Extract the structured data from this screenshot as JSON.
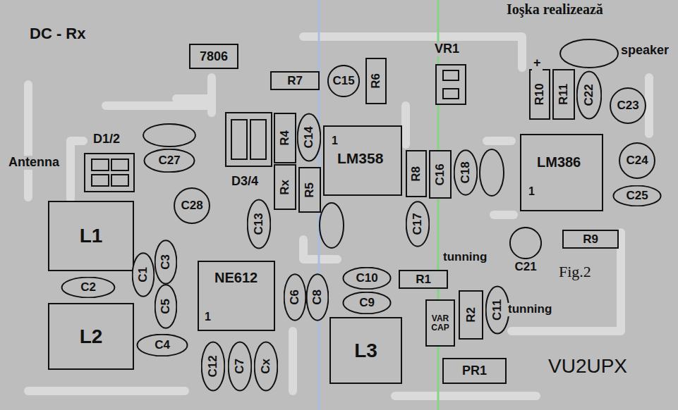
{
  "diagram": {
    "nodes": [
      {
        "text": [
          "7806"
        ]
      },
      {
        "text": [
          "R7"
        ]
      },
      {
        "text": [
          "C15"
        ]
      },
      {
        "text": [
          "R6"
        ]
      },
      {
        "text": [
          "C22"
        ]
      },
      {
        "text": [
          "R10"
        ]
      },
      {
        "text": [
          "R11"
        ]
      },
      {
        "text": [
          "C23"
        ]
      },
      {
        "text": [
          "C27"
        ]
      },
      {
        "text": [
          "R4"
        ]
      },
      {
        "text": [
          "C14"
        ]
      },
      {
        "text": [
          "1",
          "LM358"
        ]
      },
      {
        "text": [
          "R8"
        ]
      },
      {
        "text": [
          "C16"
        ]
      },
      {
        "text": [
          "C18"
        ]
      },
      {
        "text": [
          "C24"
        ]
      },
      {
        "text": [
          "LM386",
          "1"
        ]
      },
      {
        "text": [
          "Rx"
        ]
      },
      {
        "text": [
          "R5"
        ]
      },
      {
        "text": [
          "C28"
        ]
      },
      {
        "text": [
          "C25"
        ]
      },
      {
        "text": [
          "C13"
        ]
      },
      {
        "text": [
          "C17"
        ]
      },
      {
        "text": [
          "L1"
        ]
      },
      {
        "text": [
          "R9"
        ]
      },
      {
        "text": [
          "C21"
        ]
      },
      {
        "text": [
          "C1"
        ]
      },
      {
        "text": [
          "C3"
        ]
      },
      {
        "text": [
          "C2"
        ]
      },
      {
        "text": [
          "C10"
        ]
      },
      {
        "text": [
          "R1"
        ]
      },
      {
        "text": [
          "NE612",
          "1"
        ]
      },
      {
        "text": [
          "C5"
        ]
      },
      {
        "text": [
          "C6"
        ]
      },
      {
        "text": [
          "C8"
        ]
      },
      {
        "text": [
          "C9"
        ]
      },
      {
        "text": [
          "VAR CAP"
        ]
      },
      {
        "text": [
          "R2"
        ]
      },
      {
        "text": [
          "C11"
        ]
      },
      {
        "text": [
          "L3"
        ]
      },
      {
        "text": [
          "C4"
        ]
      },
      {
        "text": [
          "L2"
        ]
      },
      {
        "text": [
          "C12"
        ]
      },
      {
        "text": [
          "C7"
        ]
      },
      {
        "text": [
          "Cx"
        ]
      },
      {
        "text": [
          "PR1"
        ]
      }
    ],
    "labels": [
      "Ioşka realizează",
      "DC - Rx",
      "speaker",
      "+",
      "VR1",
      "D1/2",
      "Antenna",
      "D3/4",
      "tunning",
      "tunning",
      "Fig.2",
      "VU2UPX"
    ]
  }
}
